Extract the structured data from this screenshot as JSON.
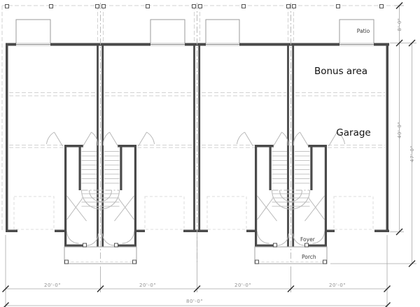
{
  "drawing": {
    "type": "architectural-floor-plan",
    "units_shown": 4,
    "labels": {
      "patio": "Patio",
      "bonus_area": "Bonus area",
      "garage": "Garage",
      "foyer": "Foyer",
      "porch": "Porch"
    },
    "dimensions": {
      "roof_overhang_depth": "8'-0\"",
      "building_depth": "40'-0\"",
      "total_depth": "47'-0\"",
      "unit_width": "20'-0\"",
      "total_width": "80'-0\""
    },
    "colors": {
      "wall": "#4a4a4a",
      "light_line": "#9a9a9a",
      "dashed_line": "#d2d2d2",
      "centerline": "#b5b5b5",
      "dimension_text": "#8f8f8f",
      "label_text": "#111111",
      "background": "#ffffff"
    }
  }
}
